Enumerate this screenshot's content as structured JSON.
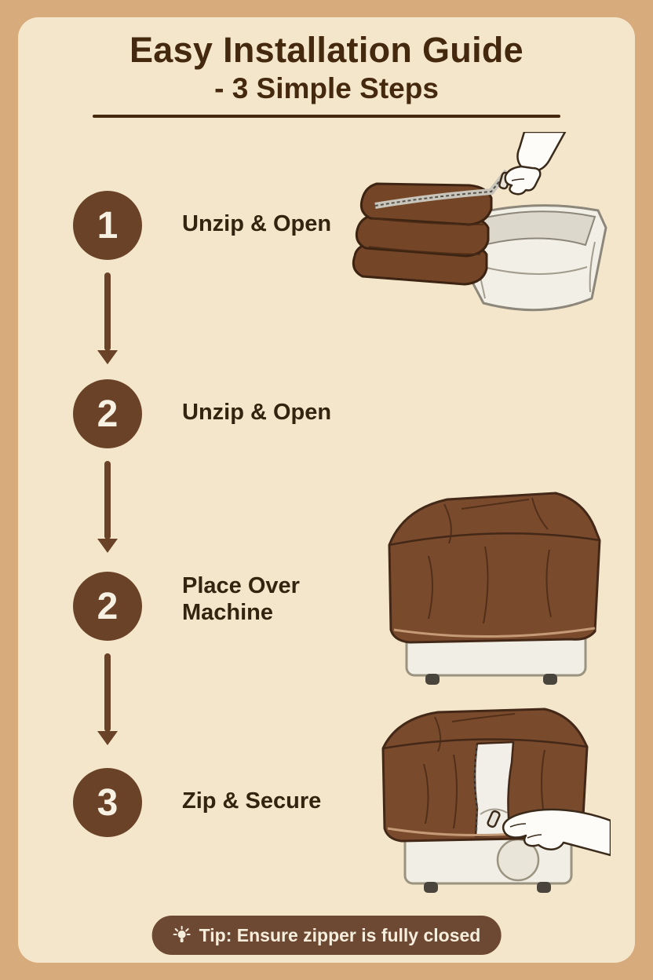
{
  "theme": {
    "outer_bg": "#d8ab7d",
    "panel_bg": "#f4e6cb",
    "accent_brown": "#6a4227",
    "title_color": "#45290f",
    "label_color": "#33240f",
    "badge_text_color": "#f7f1e3",
    "cover_brown": "#7a4a2d",
    "machine_white": "#f1eee6",
    "tip_bg": "#6d4833",
    "tip_text_color": "#f6eedd"
  },
  "header": {
    "title": "Easy Installation Guide",
    "subtitle": "- 3 Simple Steps"
  },
  "steps": [
    {
      "number": "1",
      "label": "Unzip & Open",
      "art": "folded-cover-being-unzipped"
    },
    {
      "number": "2",
      "label": "Unzip & Open",
      "art": ""
    },
    {
      "number": "2",
      "label": "Place Over Machine",
      "art": "cover-draped-over-machine"
    },
    {
      "number": "3",
      "label": "Zip & Secure",
      "art": "hand-zipping-cover-closed"
    }
  ],
  "icons": {
    "flow": "arrow-down-icon",
    "tip": "lightbulb-icon"
  },
  "tip": {
    "text": "Tip: Ensure zipper is fully closed"
  }
}
